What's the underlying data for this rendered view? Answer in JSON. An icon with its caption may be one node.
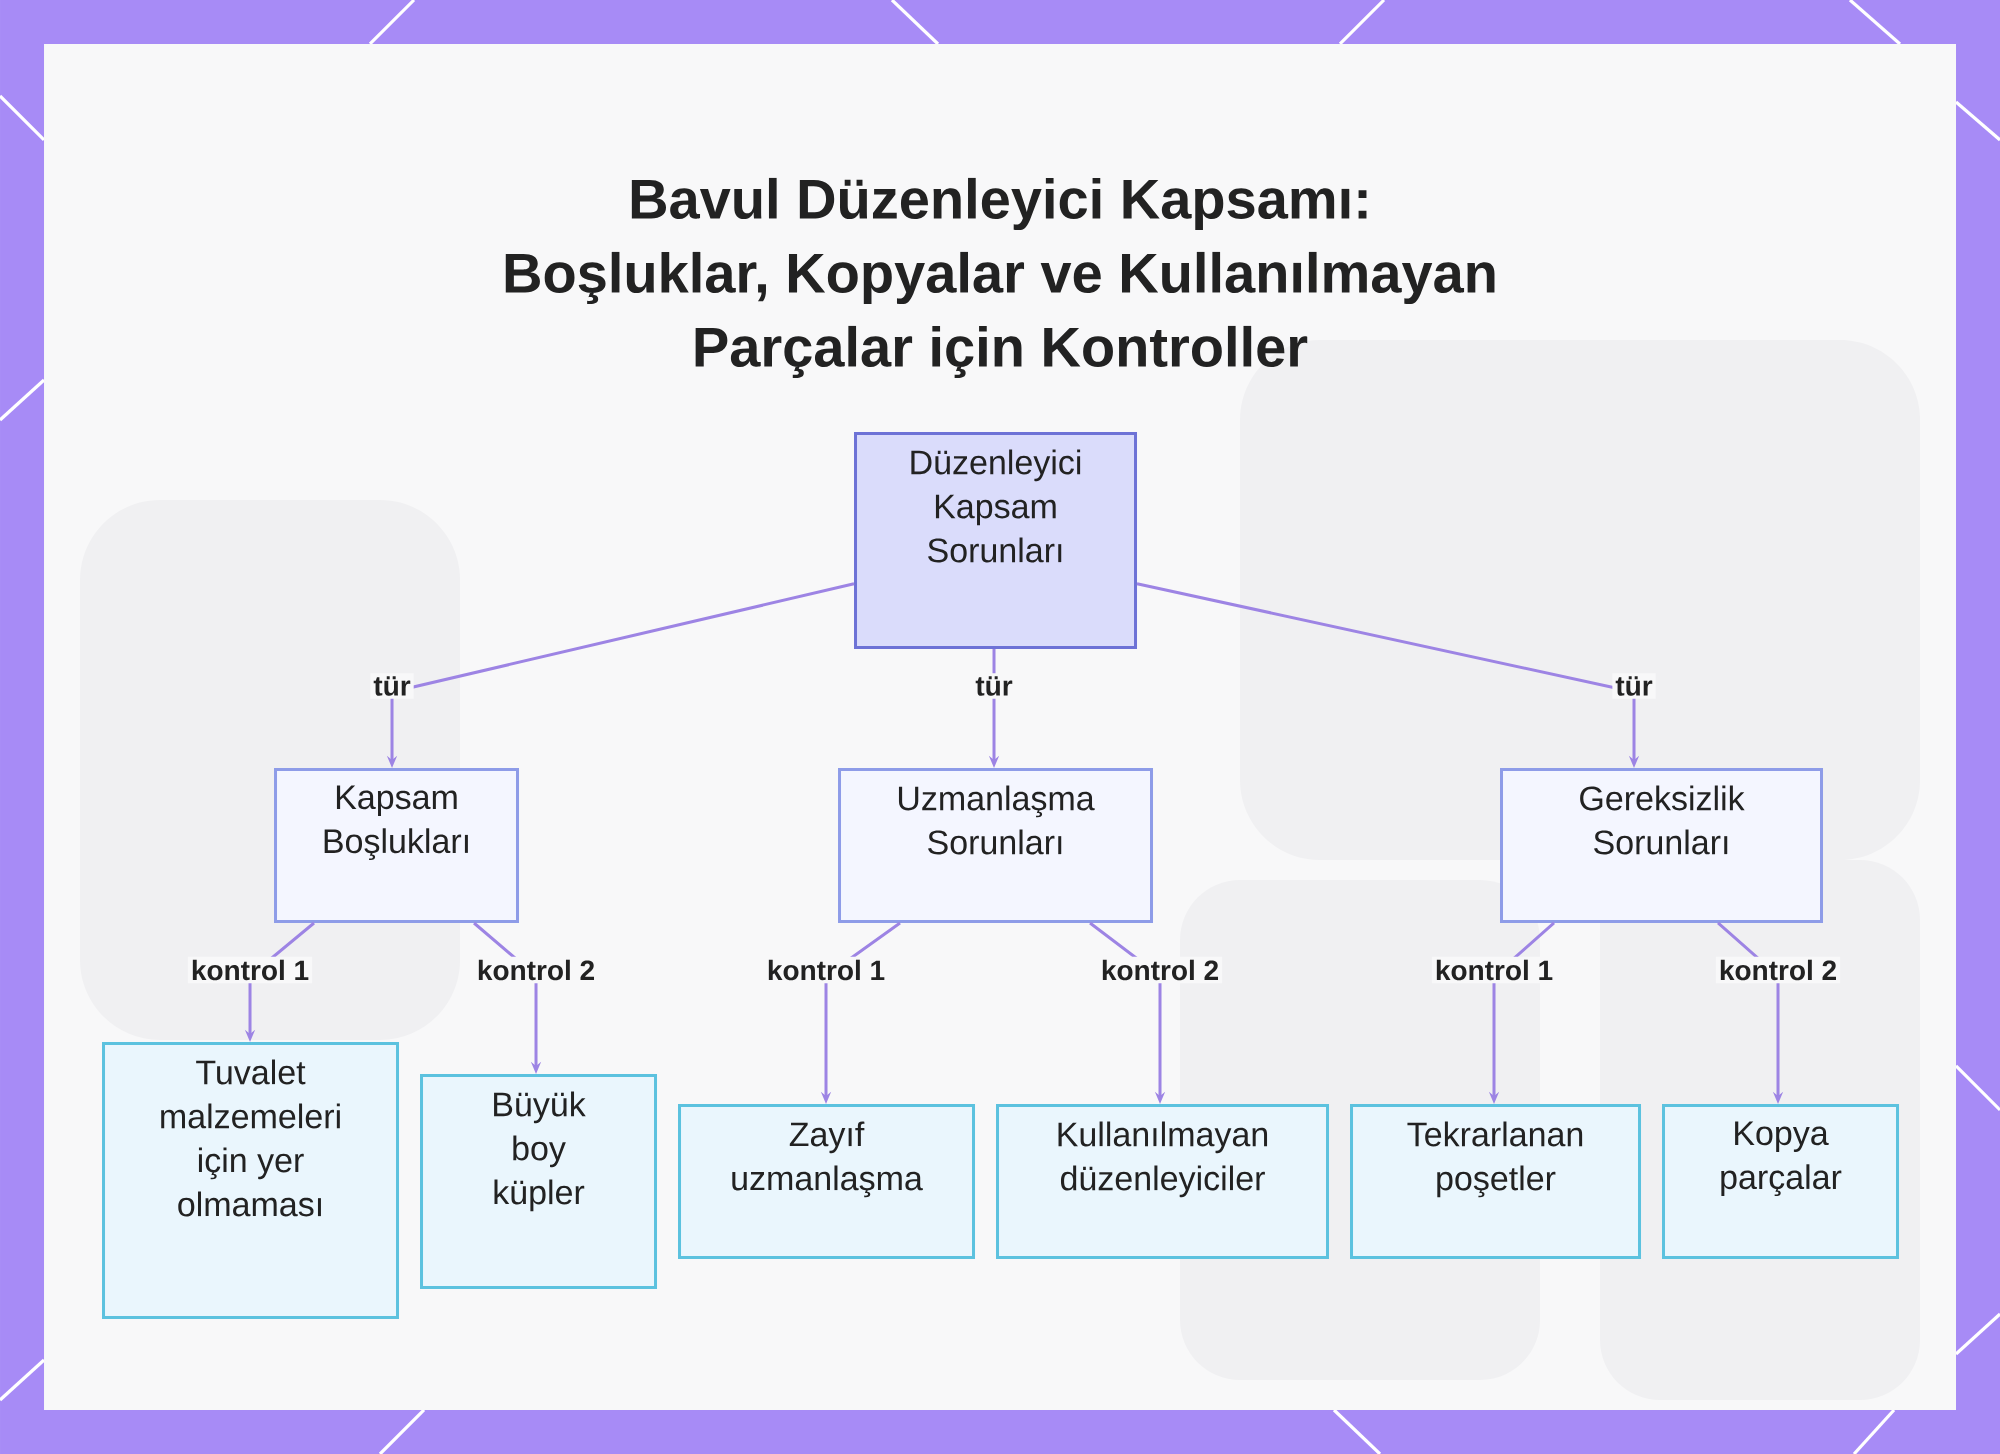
{
  "diagram": {
    "title": "Bavul Düzenleyici Kapsamı: Boşluklar, Kopyalar ve Kullanılmayan Parçalar için Kontroller",
    "nodes": [
      {
        "text": [
          "Düzenleyici Kapsam Sorunları"
        ]
      },
      {
        "text": [
          "Kapsam Boşlukları"
        ]
      },
      {
        "text": [
          "Uzmanlaşma Sorunları"
        ]
      },
      {
        "text": [
          "Gereksizlik Sorunları"
        ]
      },
      {
        "text": [
          "Tuvalet malzemeleri için yer olmaması"
        ]
      },
      {
        "text": [
          "Büyük boy küpler"
        ]
      },
      {
        "text": [
          "Zayıf uzmanlaşma"
        ]
      },
      {
        "text": [
          "Kullanılmayan düzenleyiciler"
        ]
      },
      {
        "text": [
          "Tekrarlanan poşetler"
        ]
      },
      {
        "text": [
          "Kopya parçalar"
        ]
      }
    ],
    "edges": [
      {
        "from": 0,
        "to": 1,
        "arrow": "to",
        "label": "tür"
      },
      {
        "from": 0,
        "to": 2,
        "arrow": "to",
        "label": "tür"
      },
      {
        "from": 0,
        "to": 3,
        "arrow": "to",
        "label": "tür"
      },
      {
        "from": 1,
        "to": 4,
        "arrow": "to",
        "label": "kontrol 1"
      },
      {
        "from": 1,
        "to": 5,
        "arrow": "to",
        "label": "kontrol 2"
      },
      {
        "from": 2,
        "to": 6,
        "arrow": "to",
        "label": "kontrol 1"
      },
      {
        "from": 2,
        "to": 7,
        "arrow": "to",
        "label": "kontrol 2"
      },
      {
        "from": 3,
        "to": 8,
        "arrow": "to",
        "label": "kontrol 1"
      },
      {
        "from": 3,
        "to": 9,
        "arrow": "to",
        "label": "kontrol 2"
      }
    ]
  }
}
